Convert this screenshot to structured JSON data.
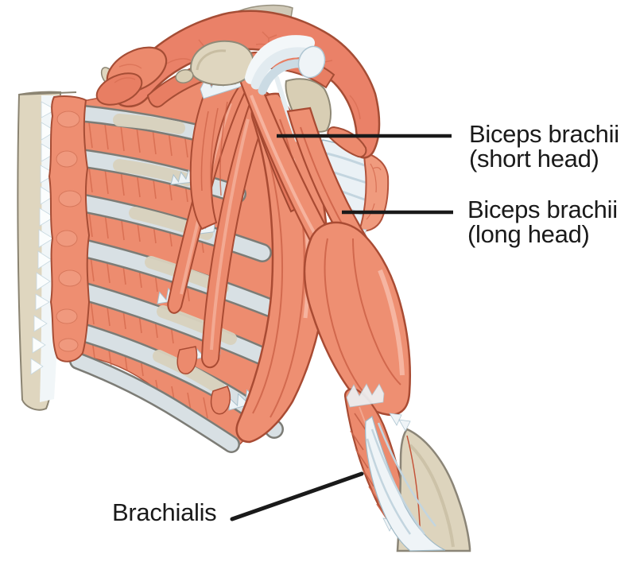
{
  "figure": {
    "background_color": "#ffffff",
    "kind": "anatomical-illustration"
  },
  "labels": {
    "biceps_short_head": {
      "line1": "Biceps brachii",
      "line2": "(short head)"
    },
    "biceps_long_head": {
      "line1": "Biceps brachii",
      "line2": "(long head)"
    },
    "brachialis": {
      "text": "Brachialis"
    }
  },
  "palette": {
    "muscle": "#EE8F72",
    "muscle_deep": "#E87E63",
    "muscle_shadow": "#CE6449",
    "muscle_highlight": "#F6B7A3",
    "muscle_outline": "#A94B33",
    "cut_face": "#F09B7E",
    "bone": "#DFD6BF",
    "bone_outline": "#8B8472",
    "tendon": "#EFF4F7",
    "tendon_shade": "#BFD3DD",
    "rib": "#D8E0E4",
    "rib_beige": "#D9D2BE",
    "label_text": "#1a1a1a",
    "leader_line": "#1a1a1a"
  }
}
